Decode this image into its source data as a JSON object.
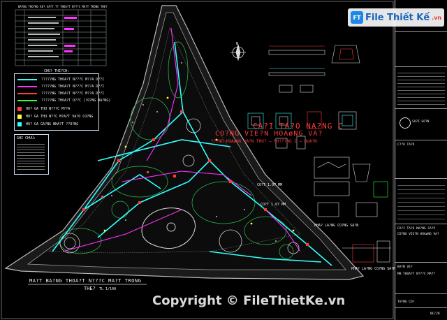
{
  "drawing": {
    "title_line1": "CA?I TA?O NA?NG C",
    "title_line2": "CO?NG VIE?N HOAøNG VA?",
    "title_line3": "???NG HOAøNG VA?N THU? – PH???NG 2 – QUA?N",
    "plan_title": "MA?T BA?NG THOA?T N???C MA?T TRONG",
    "plan_title2": "THE?",
    "plan_scale": "TL 1/100",
    "table_title": "BA?NG THO?NG KE? VA?T T? THOA?T N???C MA?T TRONG THE?",
    "legend_title": "CHU? THI?CH:",
    "notes_title": "GHI CHUÚ:",
    "north_label": "N",
    "legend": [
      {
        "text": "?????NG THOA?T N???C M??A D??I"
      },
      {
        "text": "?????NG THOA?T N???C M??A D??I"
      },
      {
        "text": "?????NG THOA?T N???C M??A D??I"
      },
      {
        "text": "?????NG THOA?T D??C (?O?NG DA?NG)"
      },
      {
        "text": "HO? GA THU N???C M??A"
      },
      {
        "text": "HO? GA THU N??C M?A?T VA?O CO?NG"
      },
      {
        "text": "HO? GA GA?NG NHA?T ??O?NG"
      }
    ],
    "annotations": [
      "CO?T 1.07 MM",
      "CO?T 1.07 MM",
      "PHA? LA?NG CO?NG SA?N",
      "PHA? LA?NG CO?NG SA?N"
    ]
  },
  "title_block": {
    "company": "SA?I GO?N",
    "rows": [
      "C??U TA?O",
      "CA?I TA?O NA?NG CA?P",
      "CO?NG VIE?N HOAøNG VA?",
      "BA?N VE?",
      "MB THOA?T N???C MA?T",
      "TH?NG CO?",
      "NC/20"
    ]
  },
  "logo": {
    "name": "File Thiết Kế",
    "domain": ".vn",
    "mark": "FT"
  },
  "watermark": "Copyright © FileThietKe.vn",
  "colors": {
    "background": "#000000",
    "pipe_cyan": "#33ffff",
    "pipe_magenta": "#ff33ff",
    "text_red": "#ff3b3b",
    "hatch_gray": "#9a9a9a"
  }
}
